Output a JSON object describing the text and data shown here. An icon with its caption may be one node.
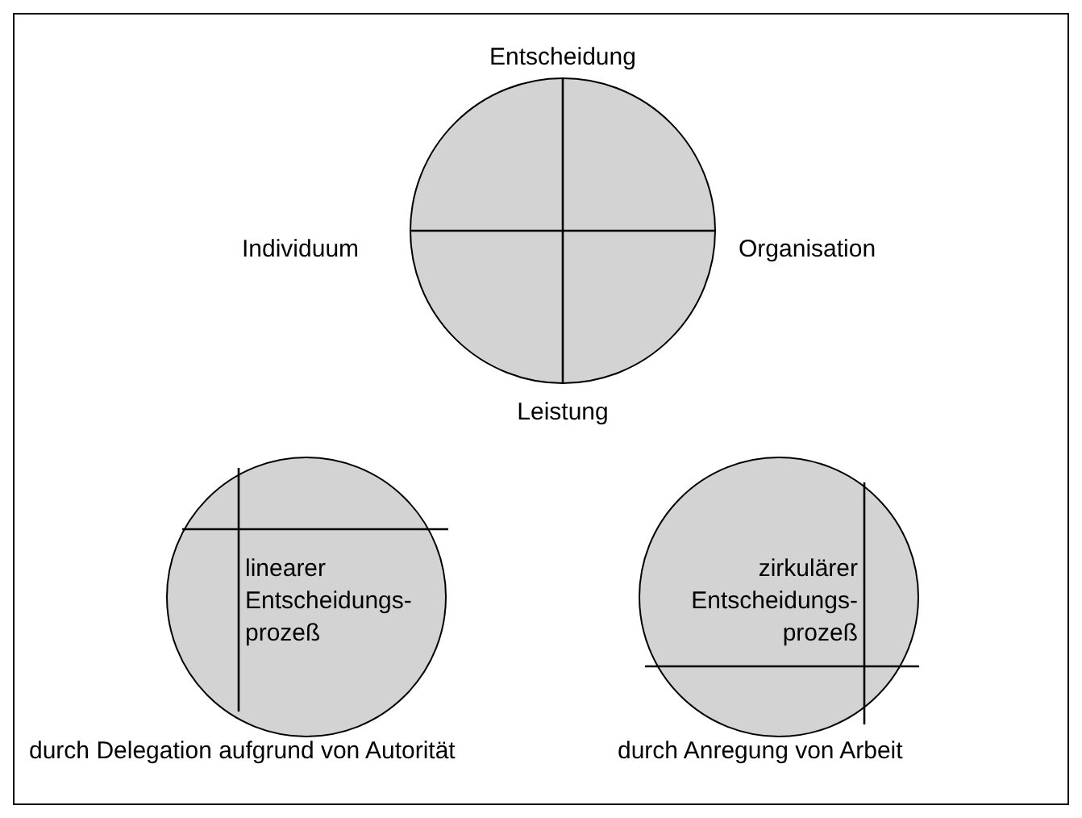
{
  "diagram": {
    "nodes": [
      {
        "text": [],
        "shape": "circle",
        "beside": [
          "Entscheidung",
          "Individuum",
          "Organisation",
          "Leistung"
        ]
      },
      {
        "text": [
          "linearer Entscheidungs- prozeß"
        ],
        "beside": [
          "durch Delegation aufgrund von Autorität"
        ]
      },
      {
        "text": [
          "zirkulärer Entscheidungs- prozeß"
        ],
        "beside": [
          "durch Anregung von Arbeit"
        ]
      }
    ]
  }
}
